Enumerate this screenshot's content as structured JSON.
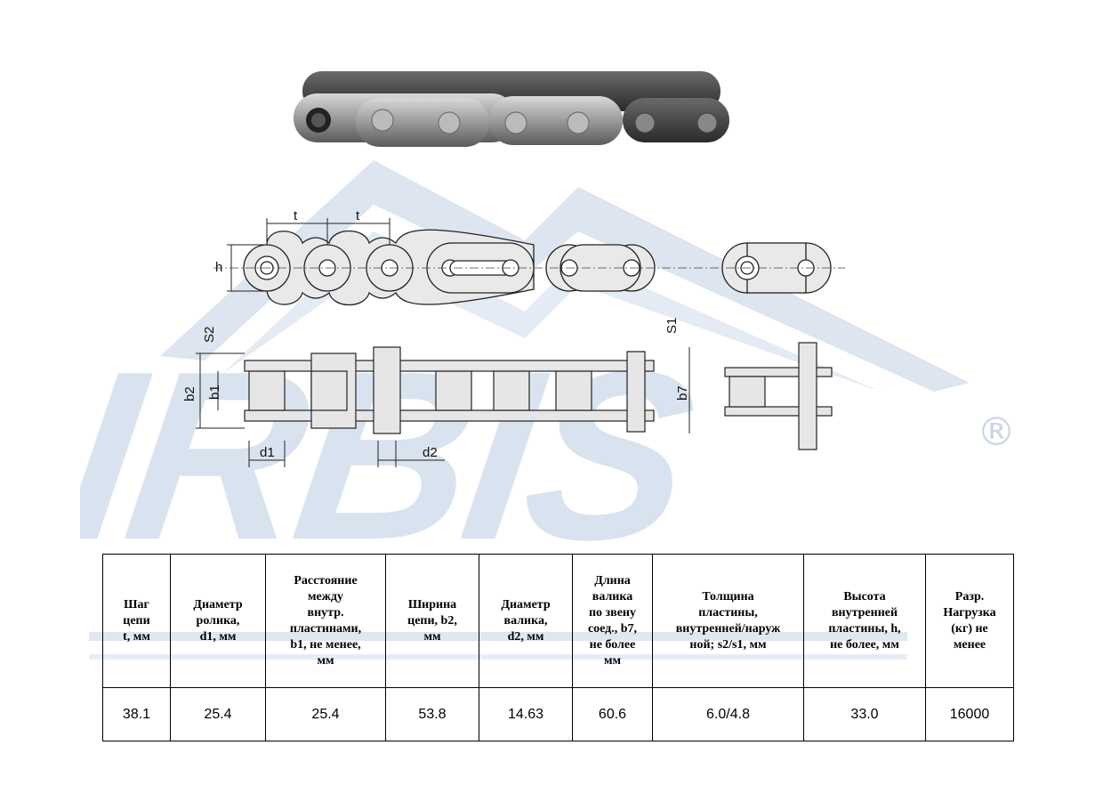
{
  "watermark": {
    "brand": "IRBIS",
    "registered_mark": "®"
  },
  "drawing_labels": {
    "pitch_1": "t",
    "pitch_2": "t",
    "height": "h",
    "s2": "S2",
    "s1": "S1",
    "b2": "b2",
    "b1": "b1",
    "b7": "b7",
    "d1": "d1",
    "d2": "d2"
  },
  "table": {
    "headers": [
      [
        "Шаг",
        "цепи",
        "t, мм"
      ],
      [
        "Диаметр",
        "ролика,",
        "d1, мм"
      ],
      [
        "Расстояние",
        "между",
        "внутр.",
        "пластинами,",
        "b1, не менее,",
        "мм"
      ],
      [
        "Ширина",
        "цепи, b2,",
        "мм"
      ],
      [
        "Диаметр",
        "валика,",
        "d2, мм"
      ],
      [
        "Длина",
        "валика",
        "по звену",
        "соед., b7,",
        "не более",
        "мм"
      ],
      [
        "Толщина",
        "пластины,",
        "внутренней/наруж",
        "ной; s2/s1, мм"
      ],
      [
        "Высота",
        "внутренней",
        "пластины, h,",
        "не более, мм"
      ],
      [
        "Разр.",
        "Нагрузка",
        "(кг) не",
        "менее"
      ]
    ],
    "values": [
      "38.1",
      "25.4",
      "25.4",
      "53.8",
      "14.63",
      "60.6",
      "6.0/4.8",
      "33.0",
      "16000"
    ]
  }
}
